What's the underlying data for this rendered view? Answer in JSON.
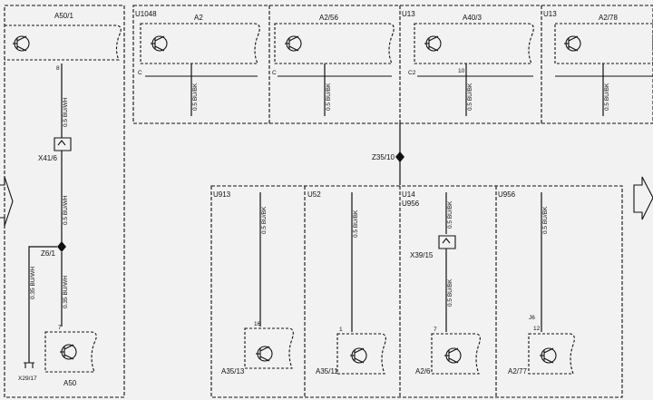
{
  "top": {
    "left_box": {
      "title": "A50/1",
      "pin": "8"
    },
    "group_u": "U1048",
    "a2_title": "A2",
    "a2_56_title": "A2/56",
    "u13_a": "U13",
    "a40_3_title": "A40/3",
    "u13_b": "U13",
    "a2_78_title": "A2/78",
    "pin_c": "C",
    "pin_c2": "C2",
    "pin_10": "10",
    "wire_05": "0.5 BU/WH",
    "wire_05_bk": "0.5 BU/BK",
    "wire_035": "0.35 BU/WH",
    "wire_035_b": "0.35 BU/WH"
  },
  "left": {
    "connector": "X41/6",
    "node": "Z6/1",
    "ground": "X29/17",
    "module": "A50",
    "module_pin": "7"
  },
  "center": {
    "node": "Z35/10"
  },
  "bottom": {
    "u913": "U913",
    "u52": "U52",
    "u14": "U14",
    "u956": "U956",
    "u956_b": "U956",
    "a35_13": "A35/13",
    "a35_11": "A35/11",
    "a2_6": "A2/6",
    "a2_77": "A2/77",
    "x39_15": "X39/15",
    "pin_16": "16",
    "pin_1": "1",
    "pin_7": "7",
    "pin_j6": "J6",
    "pin_12": "12"
  },
  "nav": {
    "left_arrow": "arrow-left-icon",
    "right_arrow": "arrow-right-icon"
  }
}
